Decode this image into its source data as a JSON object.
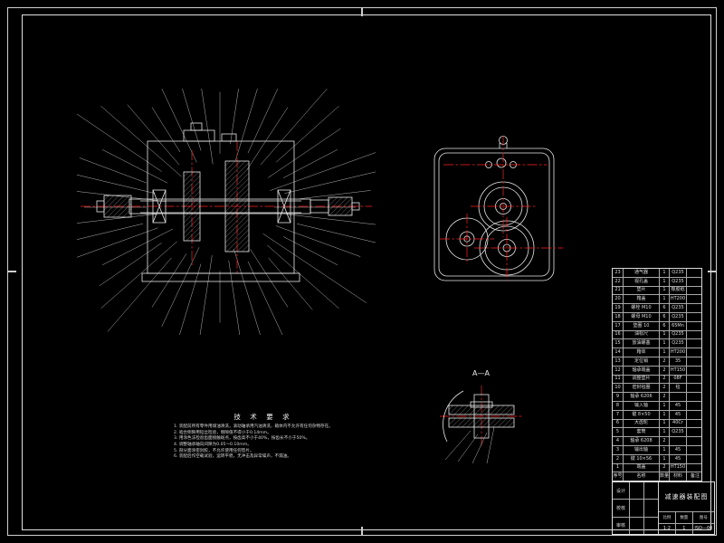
{
  "drawing": {
    "notes_title": "技 术 要 求",
    "notes": [
      "1. 装配前所有零件用煤油清洗，滚动轴承用汽油清洗，箱体内不允许有任何杂物存在。",
      "2. 啮合侧隙用铅丝检验，侧隙值不得小于0.14mm。",
      "3. 用涂色法检验齿面接触斑点，按齿高不小于40%，按齿长不小于50%。",
      "4. 调整轴承轴向间隙为0.05～0.10mm。",
      "5. 剖分面涂密封胶，不允许使用任何垫片。",
      "6. 装配后作空载试验，运转平稳，无冲击及异常噪声，不漏油。"
    ],
    "detail_label": "A—A",
    "colors": {
      "line": "#e8e8e8",
      "centerline": "#ff2222",
      "background": "#000000"
    }
  },
  "parts_list": {
    "header": [
      "序号",
      "名称",
      "数量",
      "材料",
      "备注"
    ],
    "rows": [
      [
        "23",
        "通气器",
        "1",
        "Q235",
        ""
      ],
      [
        "22",
        "视孔盖",
        "1",
        "Q235",
        ""
      ],
      [
        "21",
        "垫片",
        "1",
        "橡胶纸",
        ""
      ],
      [
        "20",
        "箱盖",
        "1",
        "HT200",
        ""
      ],
      [
        "19",
        "螺栓 M10",
        "6",
        "Q235",
        ""
      ],
      [
        "18",
        "螺母 M10",
        "6",
        "Q235",
        ""
      ],
      [
        "17",
        "垫圈 10",
        "6",
        "65Mn",
        ""
      ],
      [
        "16",
        "油标尺",
        "1",
        "Q235",
        ""
      ],
      [
        "15",
        "放油螺塞",
        "1",
        "Q235",
        ""
      ],
      [
        "14",
        "箱体",
        "1",
        "HT200",
        ""
      ],
      [
        "13",
        "定位销",
        "2",
        "35",
        ""
      ],
      [
        "12",
        "轴承端盖",
        "2",
        "HT150",
        ""
      ],
      [
        "11",
        "调整垫片",
        "2",
        "08F",
        ""
      ],
      [
        "10",
        "密封毡圈",
        "2",
        "毡",
        ""
      ],
      [
        "9",
        "轴承 6206",
        "2",
        "",
        ""
      ],
      [
        "8",
        "输入轴",
        "1",
        "45",
        ""
      ],
      [
        "7",
        "键 8×50",
        "1",
        "45",
        ""
      ],
      [
        "6",
        "大齿轮",
        "1",
        "40Cr",
        ""
      ],
      [
        "5",
        "套筒",
        "1",
        "Q235",
        ""
      ],
      [
        "4",
        "轴承 6208",
        "2",
        "",
        ""
      ],
      [
        "3",
        "输出轴",
        "1",
        "45",
        ""
      ],
      [
        "2",
        "键 10×56",
        "1",
        "45",
        ""
      ],
      [
        "1",
        "端盖",
        "2",
        "HT150",
        ""
      ]
    ]
  },
  "title_block": {
    "left_labels": [
      "设计",
      "校核",
      "审核"
    ],
    "title": "减速器装配图",
    "scale_label": "比例",
    "scale": "1:2",
    "qty_label": "数量",
    "qty": "1",
    "no_label": "图号",
    "drawing_no": "JSQ—00"
  }
}
